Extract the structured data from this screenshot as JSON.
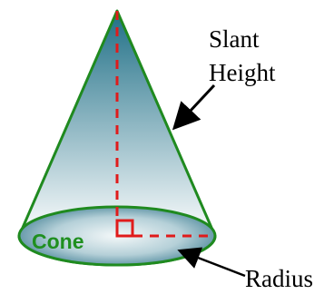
{
  "diagram": {
    "shape_name": "Cone",
    "labels": {
      "slant_height_line1": "Slant",
      "slant_height_line2": "Height",
      "radius": "Radius"
    },
    "colors": {
      "outline": "#1f8a1f",
      "height_line": "#e01b1b",
      "arrow": "#000000",
      "shape_name_text": "#1f8f1f",
      "fill_top": "#2a6f86",
      "fill_bottom": "#ffffff"
    }
  }
}
